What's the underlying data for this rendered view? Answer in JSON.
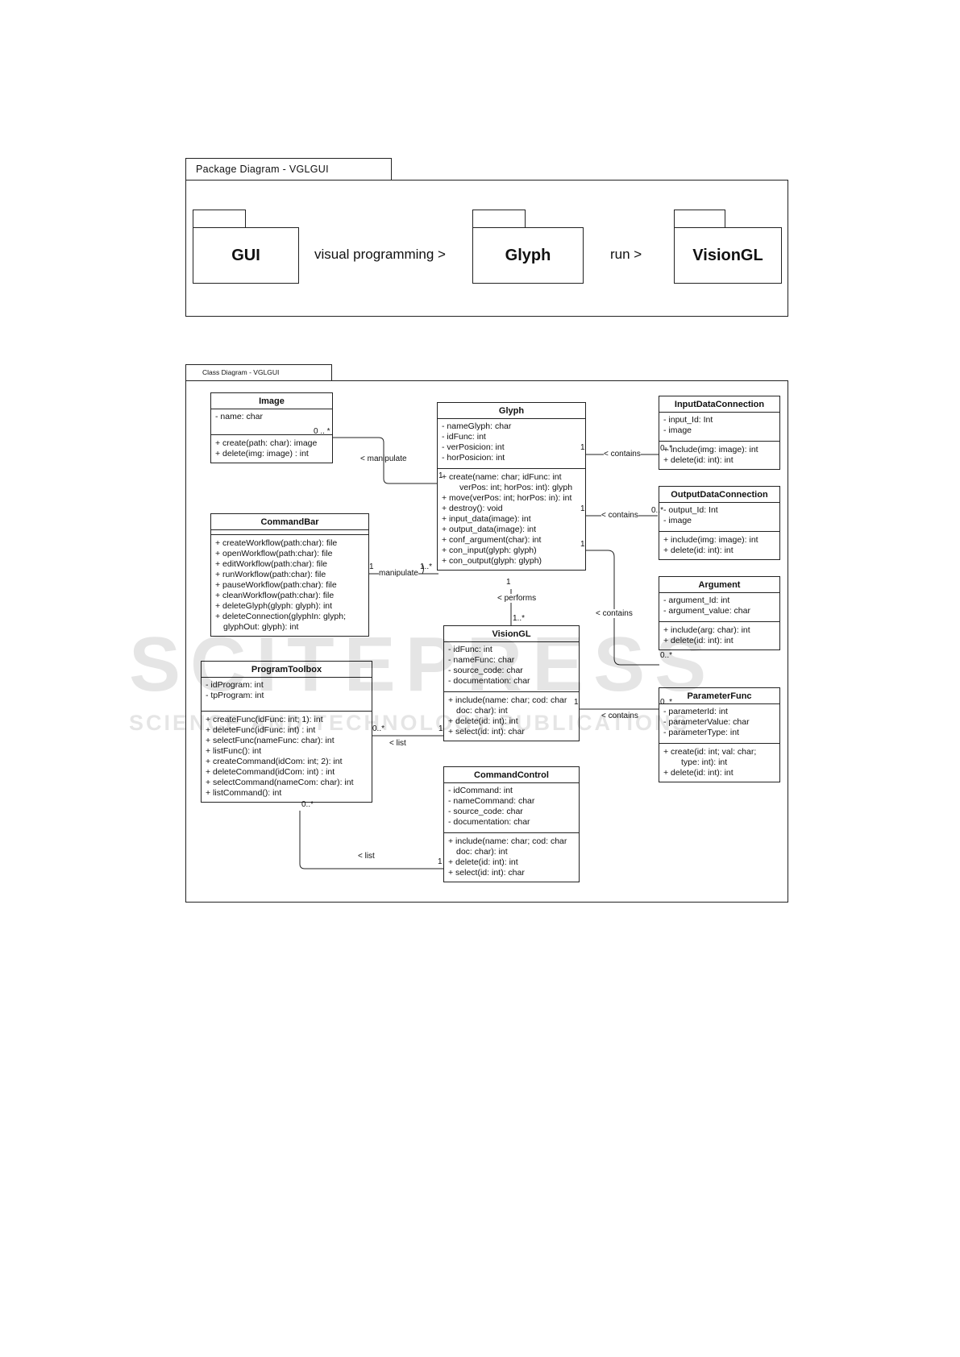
{
  "package_diagram": {
    "frame_title": "Package Diagram - VGLGUI",
    "packages": {
      "gui": "GUI",
      "glyph": "Glyph",
      "visiongl": "VisionGL"
    },
    "relations": {
      "gui_glyph": "visual programming >",
      "glyph_visiongl": "run >"
    }
  },
  "class_diagram": {
    "frame_title": "Class Diagram - VGLGUI",
    "classes": {
      "image": {
        "name": "Image",
        "attributes": [
          "- name: char"
        ],
        "operations": [
          "+ create(path: char): image",
          "+ delete(img: image) : int"
        ]
      },
      "glyph": {
        "name": "Glyph",
        "attributes": [
          "- nameGlyph: char",
          "- idFunc: int",
          "- verPosicion: int",
          "- horPosicion: int"
        ],
        "operations": [
          "+ create(name: char; idFunc: int",
          "verPos: int; horPos: int): glyph",
          "+ move(verPos: int; horPos: in): int",
          "+ destroy(): void",
          "+ input_data(image): int",
          "+ output_data(image): int",
          "+ conf_argument(char): int",
          "+ con_input(glyph: glyph)",
          "+ con_output(glyph: glyph)"
        ]
      },
      "input_data_connection": {
        "name": "InputDataConnection",
        "attributes": [
          "- input_Id: Int",
          "- image"
        ],
        "operations": [
          "+ include(img: image): int",
          "+ delete(id: int): int"
        ]
      },
      "output_data_connection": {
        "name": "OutputDataConnection",
        "attributes": [
          "- output_Id: Int",
          "- image"
        ],
        "operations": [
          "+ include(img: image): int",
          "+ delete(id: int): int"
        ]
      },
      "argument": {
        "name": "Argument",
        "attributes": [
          "- argument_Id: int",
          "- argument_value: char"
        ],
        "operations": [
          "+ include(arg: char): int",
          "+ delete(id: int): int"
        ]
      },
      "command_bar": {
        "name": "CommandBar",
        "attributes": [],
        "operations": [
          "+ createWorkflow(path:char): file",
          "+ openWorkflow(path:char): file",
          "+ editWorkflow(path:char): file",
          "+ runWorkflow(path:char): file",
          "+ pauseWorkflow(path:char): file",
          "+ cleanWorkflow(path:char): file",
          "+ deleteGlyph(glyph: glyph): int",
          "+ deleteConnection(glyphIn: glyph;",
          "glyphOut: glyph): int"
        ]
      },
      "vision_gl": {
        "name": "VisionGL",
        "attributes": [
          "- idFunc: int",
          "- nameFunc: char",
          "- source_code: char",
          "- documentation: char"
        ],
        "operations": [
          "+ include(name: char; cod: char",
          "doc: char): int",
          "+ delete(id: int): int",
          "+ select(id: int): char"
        ]
      },
      "program_toolbox": {
        "name": "ProgramToolbox",
        "attributes": [
          "- idProgram: int",
          "- tpProgram: int"
        ],
        "operations": [
          "+ createFunc(idFunc: int; 1): int",
          "+ deleteFunc(idFunc: int) : int",
          "+ selectFunc(nameFunc: char): int",
          "+ listFunc(): int",
          "+ createCommand(idCom: int; 2): int",
          "+ deleteCommand(idCom: int) : int",
          "+ selectCommand(nameCom: char): int",
          "+ listCommand(): int"
        ]
      },
      "parameter_func": {
        "name": "ParameterFunc",
        "attributes": [
          "- parameterId: int",
          "- parameterValue: char",
          "- parameterType: int"
        ],
        "operations": [
          "+ create(id: int; val: char;",
          "type: int): int",
          "+ delete(id: int): int"
        ]
      },
      "command_control": {
        "name": "CommandControl",
        "attributes": [
          "- idCommand: int",
          "- nameCommand: char",
          "- source_code: char",
          "- documentation: char"
        ],
        "operations": [
          "+ include(name: char; cod: char",
          "doc: char): int",
          "+ delete(id: int): int",
          "+ select(id: int): char"
        ]
      }
    },
    "association_labels": {
      "image_glyph": "< manipulate",
      "commandbar_glyph": "manipulate",
      "glyph_input": "< contains",
      "glyph_output": "< contains",
      "glyph_argument": "< contains",
      "glyph_visiongl": "< performs",
      "visiongl_parameter": "< contains",
      "toolbox_visiongl": "< list",
      "toolbox_commandcontrol": "< list"
    },
    "multiplicities": {
      "image_side": "0 .. *",
      "glyph_image_side": "1",
      "commandbar_side": "1",
      "glyph_commandbar_side": "1..*",
      "glyph_input_side": "1",
      "input_side": "0..*",
      "glyph_output_side": "1",
      "output_side": "0..*",
      "glyph_argument_side": "1",
      "argument_side": "0..*",
      "glyph_visiongl_side": "1",
      "visiongl_side": "1..*",
      "visiongl_parameter_side": "1",
      "parameter_side": "0..*",
      "toolbox_visiongl_side": "0..*",
      "visiongl_toolbox_side": "1",
      "toolbox_cc_side": "0..*",
      "cc_side": "1"
    }
  },
  "watermark": {
    "line1": "SCITEPRESS",
    "line2": "SCIENCE AND TECHNOLOGY PUBLICATIONS"
  }
}
